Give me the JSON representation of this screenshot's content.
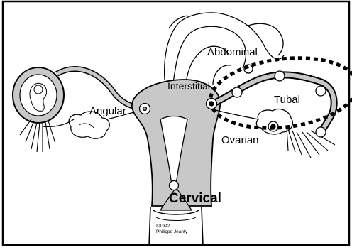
{
  "labels": {
    "abdominal": "Abdominal",
    "interstitial": "Interstitial",
    "tubal": "Tubal",
    "angular": "Angular",
    "ovarian": "Ovarian",
    "cervical": "Cervical",
    "copyright_year": "©1992",
    "copyright_name": "Philippe Jeanty"
  },
  "colors": {
    "uterus_fill": "#c8c8c8",
    "outline": "#000000",
    "background": "#ffffff"
  }
}
